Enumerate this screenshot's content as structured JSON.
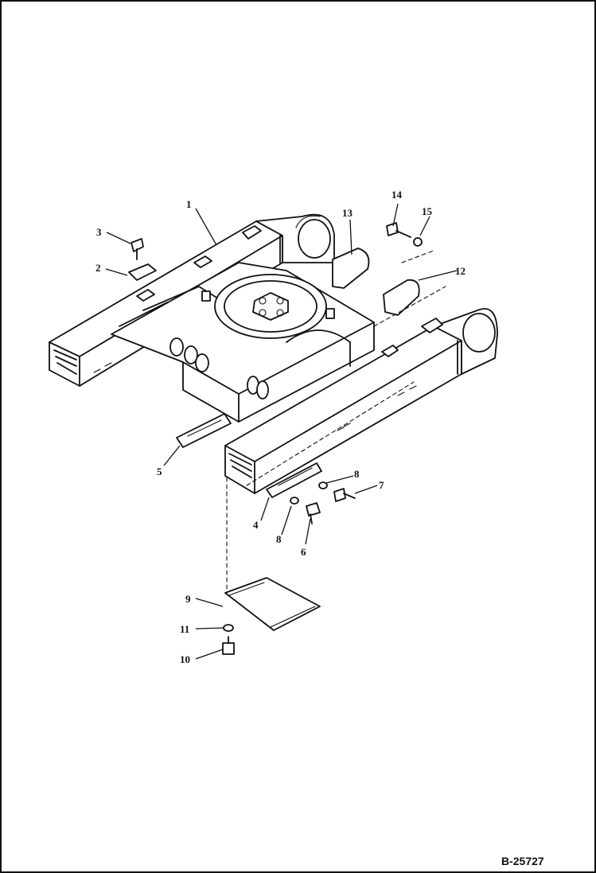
{
  "drawing_code": "B-25727",
  "callouts": [
    {
      "id": "c1",
      "label": "1"
    },
    {
      "id": "c2",
      "label": "2"
    },
    {
      "id": "c3",
      "label": "3"
    },
    {
      "id": "c4",
      "label": "4"
    },
    {
      "id": "c5",
      "label": "5"
    },
    {
      "id": "c6",
      "label": "6"
    },
    {
      "id": "c7",
      "label": "7"
    },
    {
      "id": "c8a",
      "label": "8"
    },
    {
      "id": "c8b",
      "label": "8"
    },
    {
      "id": "c9",
      "label": "9"
    },
    {
      "id": "c10",
      "label": "10"
    },
    {
      "id": "c11",
      "label": "11"
    },
    {
      "id": "c12",
      "label": "12"
    },
    {
      "id": "c13",
      "label": "13"
    },
    {
      "id": "c14",
      "label": "14"
    },
    {
      "id": "c15",
      "label": "15"
    }
  ]
}
